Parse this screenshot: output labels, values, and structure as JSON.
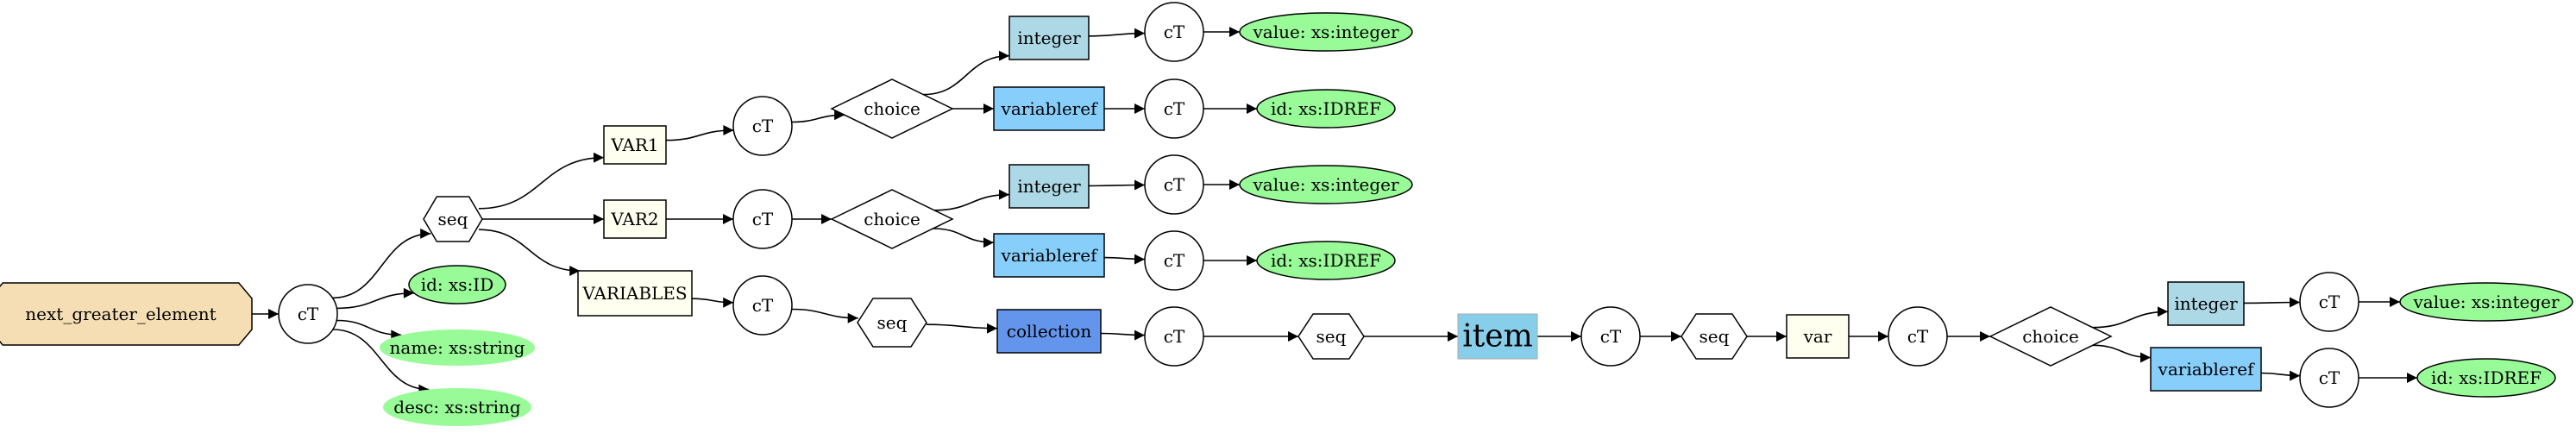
{
  "diagram": {
    "nodes": [
      {
        "id": "root",
        "label": "next_greater_element",
        "shape": "octagon",
        "fill": "#f5deb3"
      },
      {
        "id": "ct0",
        "label": "cT",
        "shape": "circle",
        "fill": "#ffffff"
      },
      {
        "id": "seq0",
        "label": "seq",
        "shape": "hexagon",
        "fill": "#ffffff"
      },
      {
        "id": "attr_id",
        "label": "id: xs:ID",
        "shape": "ellipse",
        "fill": "#98fb98",
        "border": true
      },
      {
        "id": "attr_name",
        "label": "name: xs:string",
        "shape": "ellipse",
        "fill": "#98fb98",
        "border": false
      },
      {
        "id": "attr_desc",
        "label": "desc: xs:string",
        "shape": "ellipse",
        "fill": "#98fb98",
        "border": false
      },
      {
        "id": "var1",
        "label": "VAR1",
        "shape": "box",
        "fill": "#fffff0"
      },
      {
        "id": "var2",
        "label": "VAR2",
        "shape": "box",
        "fill": "#fffff0"
      },
      {
        "id": "variables",
        "label": "VARIABLES",
        "shape": "box",
        "fill": "#fffff0"
      },
      {
        "id": "ct1",
        "label": "cT",
        "shape": "circle",
        "fill": "#ffffff"
      },
      {
        "id": "ct2",
        "label": "cT",
        "shape": "circle",
        "fill": "#ffffff"
      },
      {
        "id": "ct3",
        "label": "cT",
        "shape": "circle",
        "fill": "#ffffff"
      },
      {
        "id": "choice1",
        "label": "choice",
        "shape": "diamond",
        "fill": "#ffffff"
      },
      {
        "id": "choice2",
        "label": "choice",
        "shape": "diamond",
        "fill": "#ffffff"
      },
      {
        "id": "seq1",
        "label": "seq",
        "shape": "hexagon",
        "fill": "#ffffff"
      },
      {
        "id": "int1",
        "label": "integer",
        "shape": "box",
        "fill": "#add8e6"
      },
      {
        "id": "vref1",
        "label": "variableref",
        "shape": "box",
        "fill": "#87cefa"
      },
      {
        "id": "int2",
        "label": "integer",
        "shape": "box",
        "fill": "#add8e6"
      },
      {
        "id": "vref2",
        "label": "variableref",
        "shape": "box",
        "fill": "#87cefa"
      },
      {
        "id": "coll",
        "label": "collection",
        "shape": "box",
        "fill": "#6495ed"
      },
      {
        "id": "ct4",
        "label": "cT",
        "shape": "circle",
        "fill": "#ffffff"
      },
      {
        "id": "ct5",
        "label": "cT",
        "shape": "circle",
        "fill": "#ffffff"
      },
      {
        "id": "ct6",
        "label": "cT",
        "shape": "circle",
        "fill": "#ffffff"
      },
      {
        "id": "ct7",
        "label": "cT",
        "shape": "circle",
        "fill": "#ffffff"
      },
      {
        "id": "ct8",
        "label": "cT",
        "shape": "circle",
        "fill": "#ffffff"
      },
      {
        "id": "val1",
        "label": "value: xs:integer",
        "shape": "ellipse",
        "fill": "#98fb98",
        "border": true
      },
      {
        "id": "idref1",
        "label": "id: xs:IDREF",
        "shape": "ellipse",
        "fill": "#98fb98",
        "border": true
      },
      {
        "id": "val2",
        "label": "value: xs:integer",
        "shape": "ellipse",
        "fill": "#98fb98",
        "border": true
      },
      {
        "id": "idref2",
        "label": "id: xs:IDREF",
        "shape": "ellipse",
        "fill": "#98fb98",
        "border": true
      },
      {
        "id": "seq2",
        "label": "seq",
        "shape": "hexagon",
        "fill": "#ffffff"
      },
      {
        "id": "item",
        "label": "item",
        "shape": "box",
        "fill": "#87ceeb",
        "large": true
      },
      {
        "id": "ct9",
        "label": "cT",
        "shape": "circle",
        "fill": "#ffffff"
      },
      {
        "id": "seq3",
        "label": "seq",
        "shape": "hexagon",
        "fill": "#ffffff"
      },
      {
        "id": "var",
        "label": "var",
        "shape": "box",
        "fill": "#fffff0"
      },
      {
        "id": "ct10",
        "label": "cT",
        "shape": "circle",
        "fill": "#ffffff"
      },
      {
        "id": "choice3",
        "label": "choice",
        "shape": "diamond",
        "fill": "#ffffff"
      },
      {
        "id": "int3",
        "label": "integer",
        "shape": "box",
        "fill": "#add8e6"
      },
      {
        "id": "vref3",
        "label": "variableref",
        "shape": "box",
        "fill": "#87cefa"
      },
      {
        "id": "ct11",
        "label": "cT",
        "shape": "circle",
        "fill": "#ffffff"
      },
      {
        "id": "ct12",
        "label": "cT",
        "shape": "circle",
        "fill": "#ffffff"
      },
      {
        "id": "val3",
        "label": "value: xs:integer",
        "shape": "ellipse",
        "fill": "#98fb98",
        "border": true
      },
      {
        "id": "idref3",
        "label": "id: xs:IDREF",
        "shape": "ellipse",
        "fill": "#98fb98",
        "border": true
      }
    ],
    "edges": [
      [
        "root",
        "ct0"
      ],
      [
        "ct0",
        "seq0"
      ],
      [
        "ct0",
        "attr_id"
      ],
      [
        "ct0",
        "attr_name"
      ],
      [
        "ct0",
        "attr_desc"
      ],
      [
        "seq0",
        "var1"
      ],
      [
        "seq0",
        "var2"
      ],
      [
        "seq0",
        "variables"
      ],
      [
        "var1",
        "ct1"
      ],
      [
        "var2",
        "ct2"
      ],
      [
        "variables",
        "ct3"
      ],
      [
        "ct1",
        "choice1"
      ],
      [
        "ct2",
        "choice2"
      ],
      [
        "ct3",
        "seq1"
      ],
      [
        "choice1",
        "int1"
      ],
      [
        "choice1",
        "vref1"
      ],
      [
        "choice2",
        "int2"
      ],
      [
        "choice2",
        "vref2"
      ],
      [
        "seq1",
        "coll"
      ],
      [
        "int1",
        "ct4"
      ],
      [
        "vref1",
        "ct5"
      ],
      [
        "int2",
        "ct6"
      ],
      [
        "vref2",
        "ct7"
      ],
      [
        "coll",
        "ct8"
      ],
      [
        "ct4",
        "val1"
      ],
      [
        "ct5",
        "idref1"
      ],
      [
        "ct6",
        "val2"
      ],
      [
        "ct7",
        "idref2"
      ],
      [
        "ct8",
        "seq2"
      ],
      [
        "seq2",
        "item"
      ],
      [
        "item",
        "ct9"
      ],
      [
        "ct9",
        "seq3"
      ],
      [
        "seq3",
        "var"
      ],
      [
        "var",
        "ct10"
      ],
      [
        "ct10",
        "choice3"
      ],
      [
        "choice3",
        "int3"
      ],
      [
        "choice3",
        "vref3"
      ],
      [
        "int3",
        "ct11"
      ],
      [
        "vref3",
        "ct12"
      ],
      [
        "ct11",
        "val3"
      ],
      [
        "ct12",
        "idref3"
      ]
    ]
  }
}
